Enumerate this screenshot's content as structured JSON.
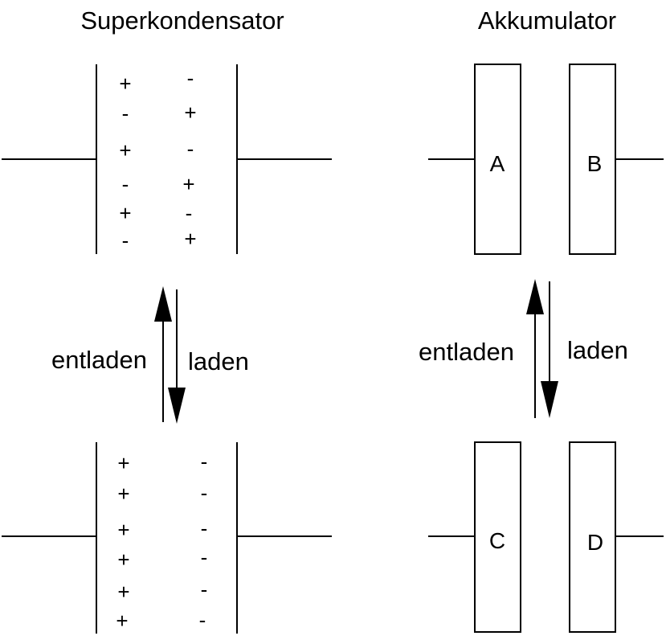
{
  "titles": {
    "supercap": "Superkondensator",
    "battery": "Akkumulator"
  },
  "arrows": {
    "supercap": {
      "discharge": "entladen",
      "charge": "laden"
    },
    "battery": {
      "discharge": "entladen",
      "charge": "laden"
    }
  },
  "supercap_charged": {
    "left_signs": [
      "+",
      "-",
      "+",
      "-",
      "+",
      "-"
    ],
    "right_signs": [
      "-",
      "+",
      "-",
      "+",
      "-",
      "+"
    ]
  },
  "supercap_discharged": {
    "left_signs": [
      "+",
      "+",
      "+",
      "+",
      "+",
      "+"
    ],
    "right_signs": [
      "-",
      "-",
      "-",
      "-",
      "-",
      "-"
    ]
  },
  "electrodes": {
    "a": "A",
    "b": "B",
    "c": "C",
    "d": "D"
  }
}
